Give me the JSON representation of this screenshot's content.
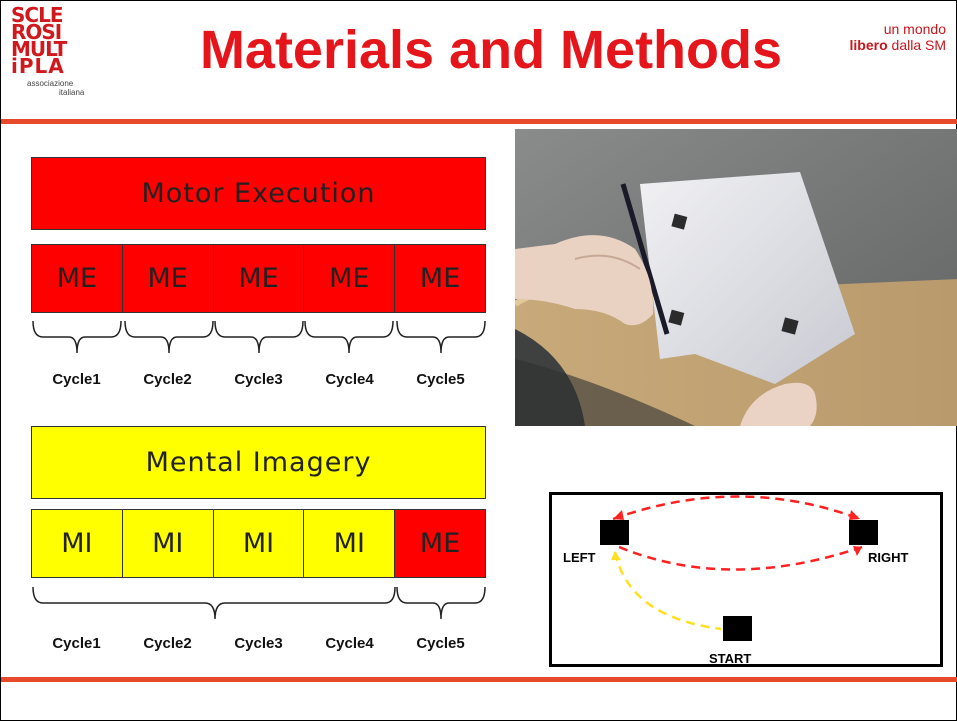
{
  "logo": {
    "lines": [
      "SCLE",
      "ROSI",
      "MULT",
      "iPLA"
    ],
    "sub1": "associazione",
    "sub2": "italiana"
  },
  "header": {
    "title": "Materials and Methods",
    "slogan_line1": "un mondo",
    "slogan_bold": "libero",
    "slogan_rest": "dalla SM"
  },
  "motor": {
    "label": "Motor Execution",
    "segments": [
      "ME",
      "ME",
      "ME",
      "ME",
      "ME"
    ],
    "cycles": [
      "Cycle1",
      "Cycle2",
      "Cycle3",
      "Cycle4",
      "Cycle5"
    ]
  },
  "imagery": {
    "label": "Mental Imagery",
    "segments": [
      "MI",
      "MI",
      "MI",
      "MI",
      "ME"
    ],
    "cycles": [
      "Cycle1",
      "Cycle2",
      "Cycle3",
      "Cycle4",
      "Cycle5"
    ]
  },
  "diagram": {
    "left_label": "LEFT",
    "right_label": "RIGHT",
    "start_label": "START"
  },
  "colors": {
    "accent_red": "#e4161b",
    "block_red": "#ff0000",
    "block_yellow": "#ffff00",
    "rule": "#e64a2a"
  }
}
